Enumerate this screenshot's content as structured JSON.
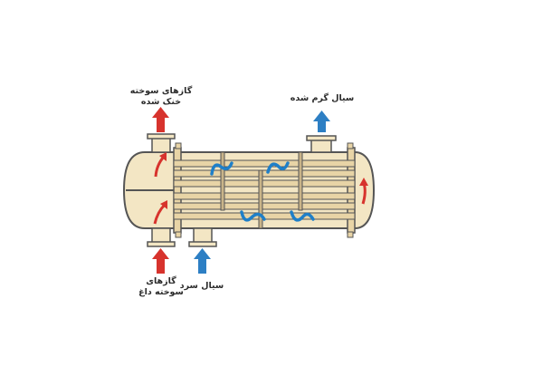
{
  "labels": {
    "cooled_gases_line1": "گازهای سوخته",
    "cooled_gases_line2": "خنک شده",
    "hot_fluid": "سیال گرم شده",
    "hot_gases_line1": "گازهای",
    "hot_gases_line2": "سوخته داغ",
    "cold_fluid": "سیال سرد"
  },
  "colors": {
    "shell_fill": "#f3e6c4",
    "outline": "#555555",
    "tube_fill": "#e8d4a6",
    "hot_arrow": "#d7332d",
    "cold_arrow": "#2d7fc4",
    "inner_arrow_hot": "#d7332d",
    "inner_arrow_cold": "#1f7fc8"
  },
  "icons": [
    "arrow-up-hot",
    "arrow-up-cold",
    "flow-spiral",
    "return-arrow"
  ]
}
